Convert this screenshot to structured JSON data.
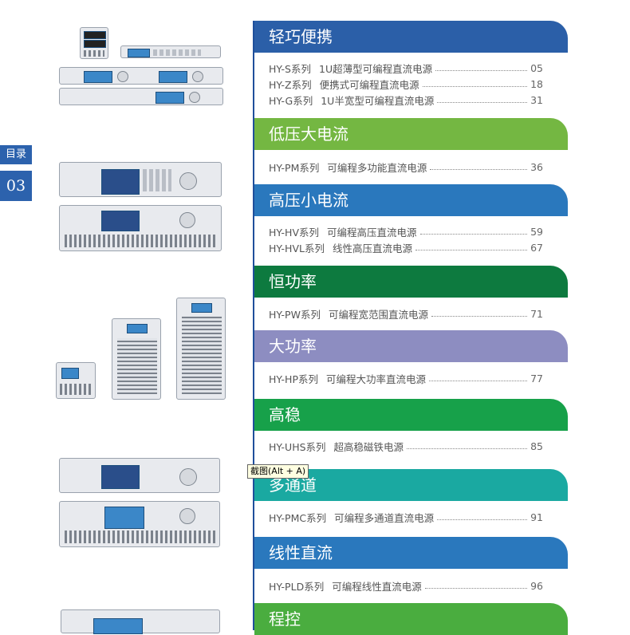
{
  "side_tab": {
    "label": "目录",
    "page": "03"
  },
  "sections": [
    {
      "title": "轻巧便携",
      "color": "#2b5fa8",
      "items": [
        {
          "code": "HY-S系列",
          "desc": "1U超薄型可编程直流电源",
          "page": "05"
        },
        {
          "code": "HY-Z系列",
          "desc": "便携式可编程直流电源",
          "page": "18"
        },
        {
          "code": "HY-G系列",
          "desc": "1U半宽型可编程直流电源",
          "page": "31"
        }
      ]
    },
    {
      "title": "低压大电流",
      "color": "#74b742",
      "items": [
        {
          "code": "HY-PM系列",
          "desc": "可编程多功能直流电源",
          "page": "36"
        }
      ]
    },
    {
      "title": "高压小电流",
      "color": "#2a78bd",
      "items": [
        {
          "code": "HY-HV系列",
          "desc": "可编程高压直流电源",
          "page": "59"
        },
        {
          "code": "HY-HVL系列",
          "desc": "线性高压直流电源",
          "page": "67"
        }
      ]
    },
    {
      "title": "恒功率",
      "color": "#0d7a3f",
      "items": [
        {
          "code": "HY-PW系列",
          "desc": "可编程宽范围直流电源",
          "page": "71"
        }
      ]
    },
    {
      "title": "大功率",
      "color": "#8d8dc1",
      "items": [
        {
          "code": "HY-HP系列",
          "desc": "可编程大功率直流电源",
          "page": "77"
        }
      ]
    },
    {
      "title": "高稳",
      "color": "#17a14a",
      "items": [
        {
          "code": "HY-UHS系列",
          "desc": "超高稳磁铁电源",
          "page": "85"
        }
      ]
    },
    {
      "title": "多通道",
      "color": "#1aa9a1",
      "items": [
        {
          "code": "HY-PMC系列",
          "desc": "可编程多通道直流电源",
          "page": "91"
        }
      ]
    },
    {
      "title": "线性直流",
      "color": "#2a78bd",
      "items": [
        {
          "code": "HY-PLD系列",
          "desc": "可编程线性直流电源",
          "page": "96"
        }
      ]
    },
    {
      "title": "程控",
      "color": "#4aad3f",
      "items": []
    }
  ],
  "tooltip": "截图(Alt + A)"
}
